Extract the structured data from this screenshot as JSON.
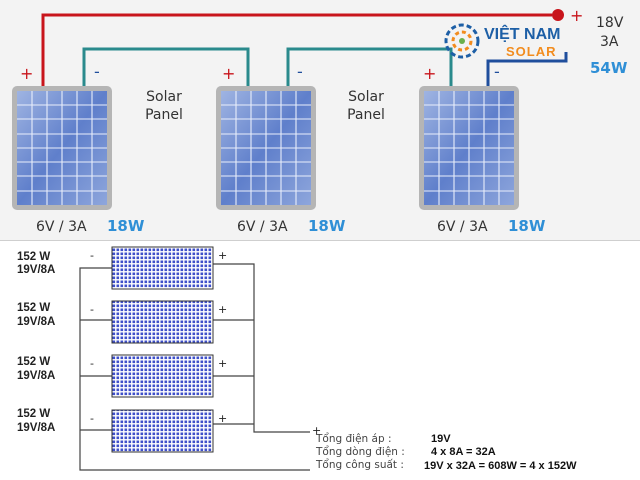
{
  "top": {
    "panel_rating": "6V / 3A",
    "panel_watt": "18W",
    "label_line1": "Solar",
    "label_line2": "Panel",
    "plus": "+",
    "minus": "-",
    "out_voltage": "18V",
    "out_current": "3A",
    "total_watt": "54W"
  },
  "logo": {
    "line1": "VIỆT NAM",
    "line2": "SOLAR"
  },
  "bottom": {
    "modules": [
      {
        "watt": "152 W",
        "rating": "19V/8A"
      },
      {
        "watt": "152 W",
        "rating": "19V/8A"
      },
      {
        "watt": "152 W",
        "rating": "19V/8A"
      },
      {
        "watt": "152 W",
        "rating": "19V/8A"
      }
    ],
    "plus": "+",
    "minus": "-",
    "summary": [
      {
        "label": "Tổng điện áp  :",
        "value": "19V"
      },
      {
        "label": "Tổng dòng điện  :",
        "value": "4 x 8A = 32A"
      },
      {
        "label": "Tổng công suất  :",
        "value": "19V x 32A = 608W = 4 x 152W"
      }
    ]
  },
  "colors": {
    "positive_wire": "#c8141b",
    "negative_wire": "#2a8a8c",
    "blue_wire": "#1f4e9c",
    "watt_text": "#2f8fd6",
    "logo_text": "#1d5fa6",
    "logo_accent": "#f28c1e"
  }
}
